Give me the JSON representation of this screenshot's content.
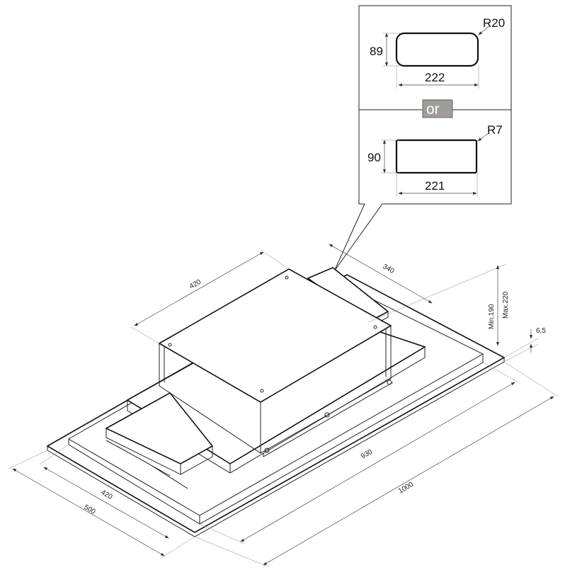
{
  "inset": {
    "option_a": {
      "height": "89",
      "width": "222",
      "radius": "R20"
    },
    "separator": "or",
    "option_b": {
      "height": "90",
      "width": "221",
      "radius": "R7"
    }
  },
  "dimensions": {
    "housing_width": "420",
    "duct_length": "340",
    "min_height": "Min.190",
    "max_height": "Max.220",
    "plate_thickness": "6,5",
    "inner_length": "930",
    "outer_length": "1000",
    "inner_depth": "420",
    "outer_depth": "500"
  },
  "colors": {
    "line": "#222222",
    "or_badge": "#a09c99"
  }
}
